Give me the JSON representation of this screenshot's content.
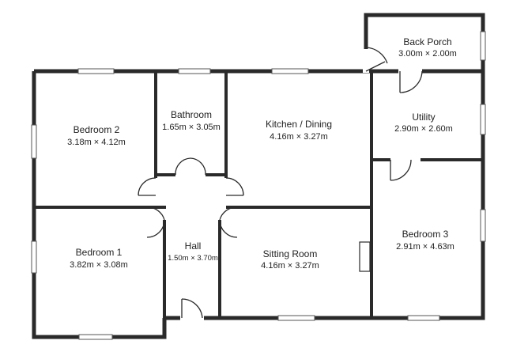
{
  "rooms": [
    {
      "id": "back-porch",
      "name": "Back Porch",
      "dims": "3.00m × 2.00m"
    },
    {
      "id": "bedroom-2",
      "name": "Bedroom 2",
      "dims": "3.18m × 4.12m"
    },
    {
      "id": "bathroom",
      "name": "Bathroom",
      "dims": "1.65m × 3.05m"
    },
    {
      "id": "kitchen-dining",
      "name": "Kitchen / Dining",
      "dims": "4.16m × 3.27m"
    },
    {
      "id": "utility",
      "name": "Utility",
      "dims": "2.90m × 2.60m"
    },
    {
      "id": "bedroom-1",
      "name": "Bedroom 1",
      "dims": "3.82m × 3.08m"
    },
    {
      "id": "hall",
      "name": "Hall",
      "dims": "1.50m × 3.70m"
    },
    {
      "id": "sitting-room",
      "name": "Sitting Room",
      "dims": "4.16m × 3.27m"
    },
    {
      "id": "bedroom-3",
      "name": "Bedroom 3",
      "dims": "2.91m × 4.63m"
    }
  ]
}
